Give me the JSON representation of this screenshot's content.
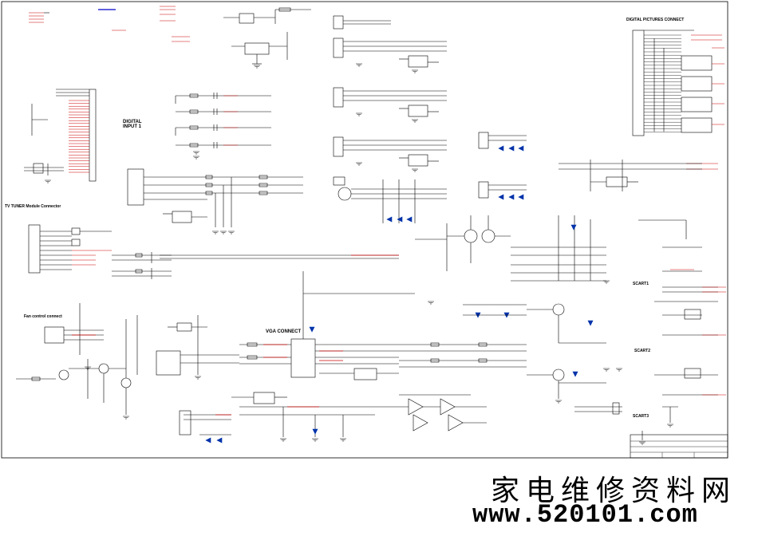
{
  "sheet": {
    "headings": {
      "digital_input": "DIGITAL\nINPUT 1",
      "digital_pictures": "DIGITAL PICTURES CONNECT",
      "tv_tuner": "TV TUNER Module Connector",
      "fan_control": "Fan control connect",
      "vga_connect": "VGA CONNECT",
      "scart1": "SCART1",
      "scart2": "SCART2",
      "scart3": "SCART3"
    },
    "watermark": {
      "chinese": "家电维修资料网",
      "url": "www.520101.com"
    },
    "colors": {
      "wire": "#000000",
      "net_label": "#cc0000",
      "bus": "#0000cc",
      "diode": "#0033aa"
    }
  }
}
